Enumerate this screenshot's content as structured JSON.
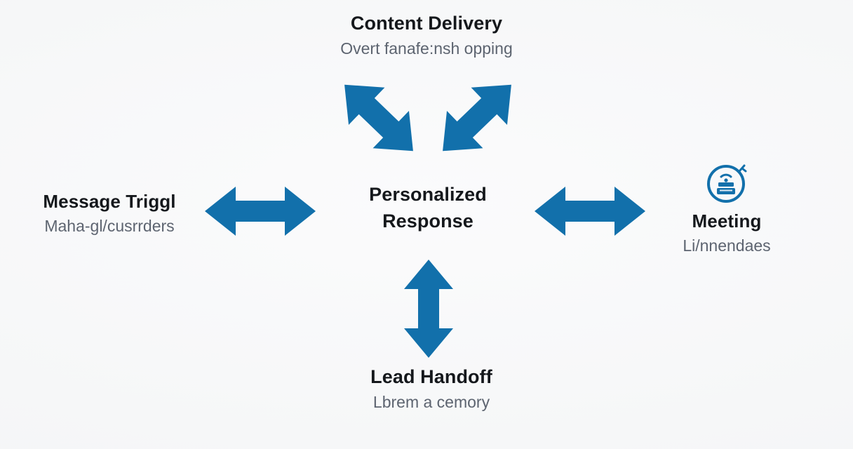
{
  "diagram": {
    "type": "hub-and-spoke flow diagram",
    "background_color": "#f7f8f9",
    "accent_color": "#1270ab",
    "title_color": "#15181c",
    "subtitle_color": "#5d6470",
    "nodes": [
      {
        "id": "content-delivery",
        "position": "top",
        "title": "Content Delivery",
        "subtitle": "Overt fanafe:nsh opping",
        "icon": null
      },
      {
        "id": "message-triggl",
        "position": "left",
        "title": "Message Triggl",
        "subtitle": "Maha-gl/cusrrders",
        "icon": null
      },
      {
        "id": "personalized-response",
        "position": "center",
        "title_line1": "Personalized",
        "title_line2": "Response",
        "subtitle": "",
        "icon": null
      },
      {
        "id": "meeting",
        "position": "right",
        "title": "Meeting",
        "subtitle": "Li/nnendaes",
        "icon": "calendar-signal-circle-icon"
      },
      {
        "id": "lead-handoff",
        "position": "bottom",
        "title": "Lead Handoff",
        "subtitle": "Lbrem a cemory",
        "icon": null
      }
    ],
    "connectors": [
      {
        "id": "left-center",
        "from": "message-triggl",
        "to": "personalized-response",
        "style": "double-headed",
        "orientation": "horizontal"
      },
      {
        "id": "center-right",
        "from": "personalized-response",
        "to": "meeting",
        "style": "double-headed",
        "orientation": "horizontal"
      },
      {
        "id": "center-bottom",
        "from": "personalized-response",
        "to": "lead-handoff",
        "style": "double-headed",
        "orientation": "vertical"
      },
      {
        "id": "top-left",
        "from": "personalized-response",
        "to": "content-delivery",
        "style": "double-headed",
        "orientation": "diagonal-up-right"
      },
      {
        "id": "top-right",
        "from": "personalized-response",
        "to": "content-delivery",
        "style": "double-headed",
        "orientation": "diagonal-down-right"
      }
    ]
  }
}
